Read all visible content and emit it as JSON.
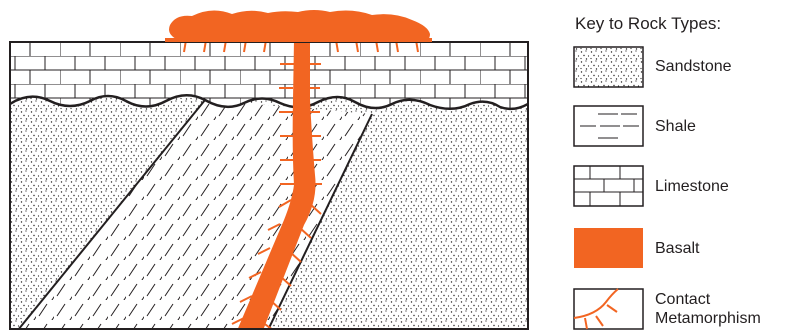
{
  "key": {
    "title": "Key to Rock Types:",
    "items": [
      {
        "label": "Sandstone",
        "pattern": "sandstone"
      },
      {
        "label": "Shale",
        "pattern": "shale"
      },
      {
        "label": "Limestone",
        "pattern": "limestone"
      },
      {
        "label": "Basalt",
        "pattern": "basalt"
      },
      {
        "label": "Contact\nMetamorphism",
        "pattern": "contact-metamorphism"
      }
    ]
  },
  "colors": {
    "basalt": "#f26522",
    "line": "#231f20",
    "background": "#ffffff"
  }
}
